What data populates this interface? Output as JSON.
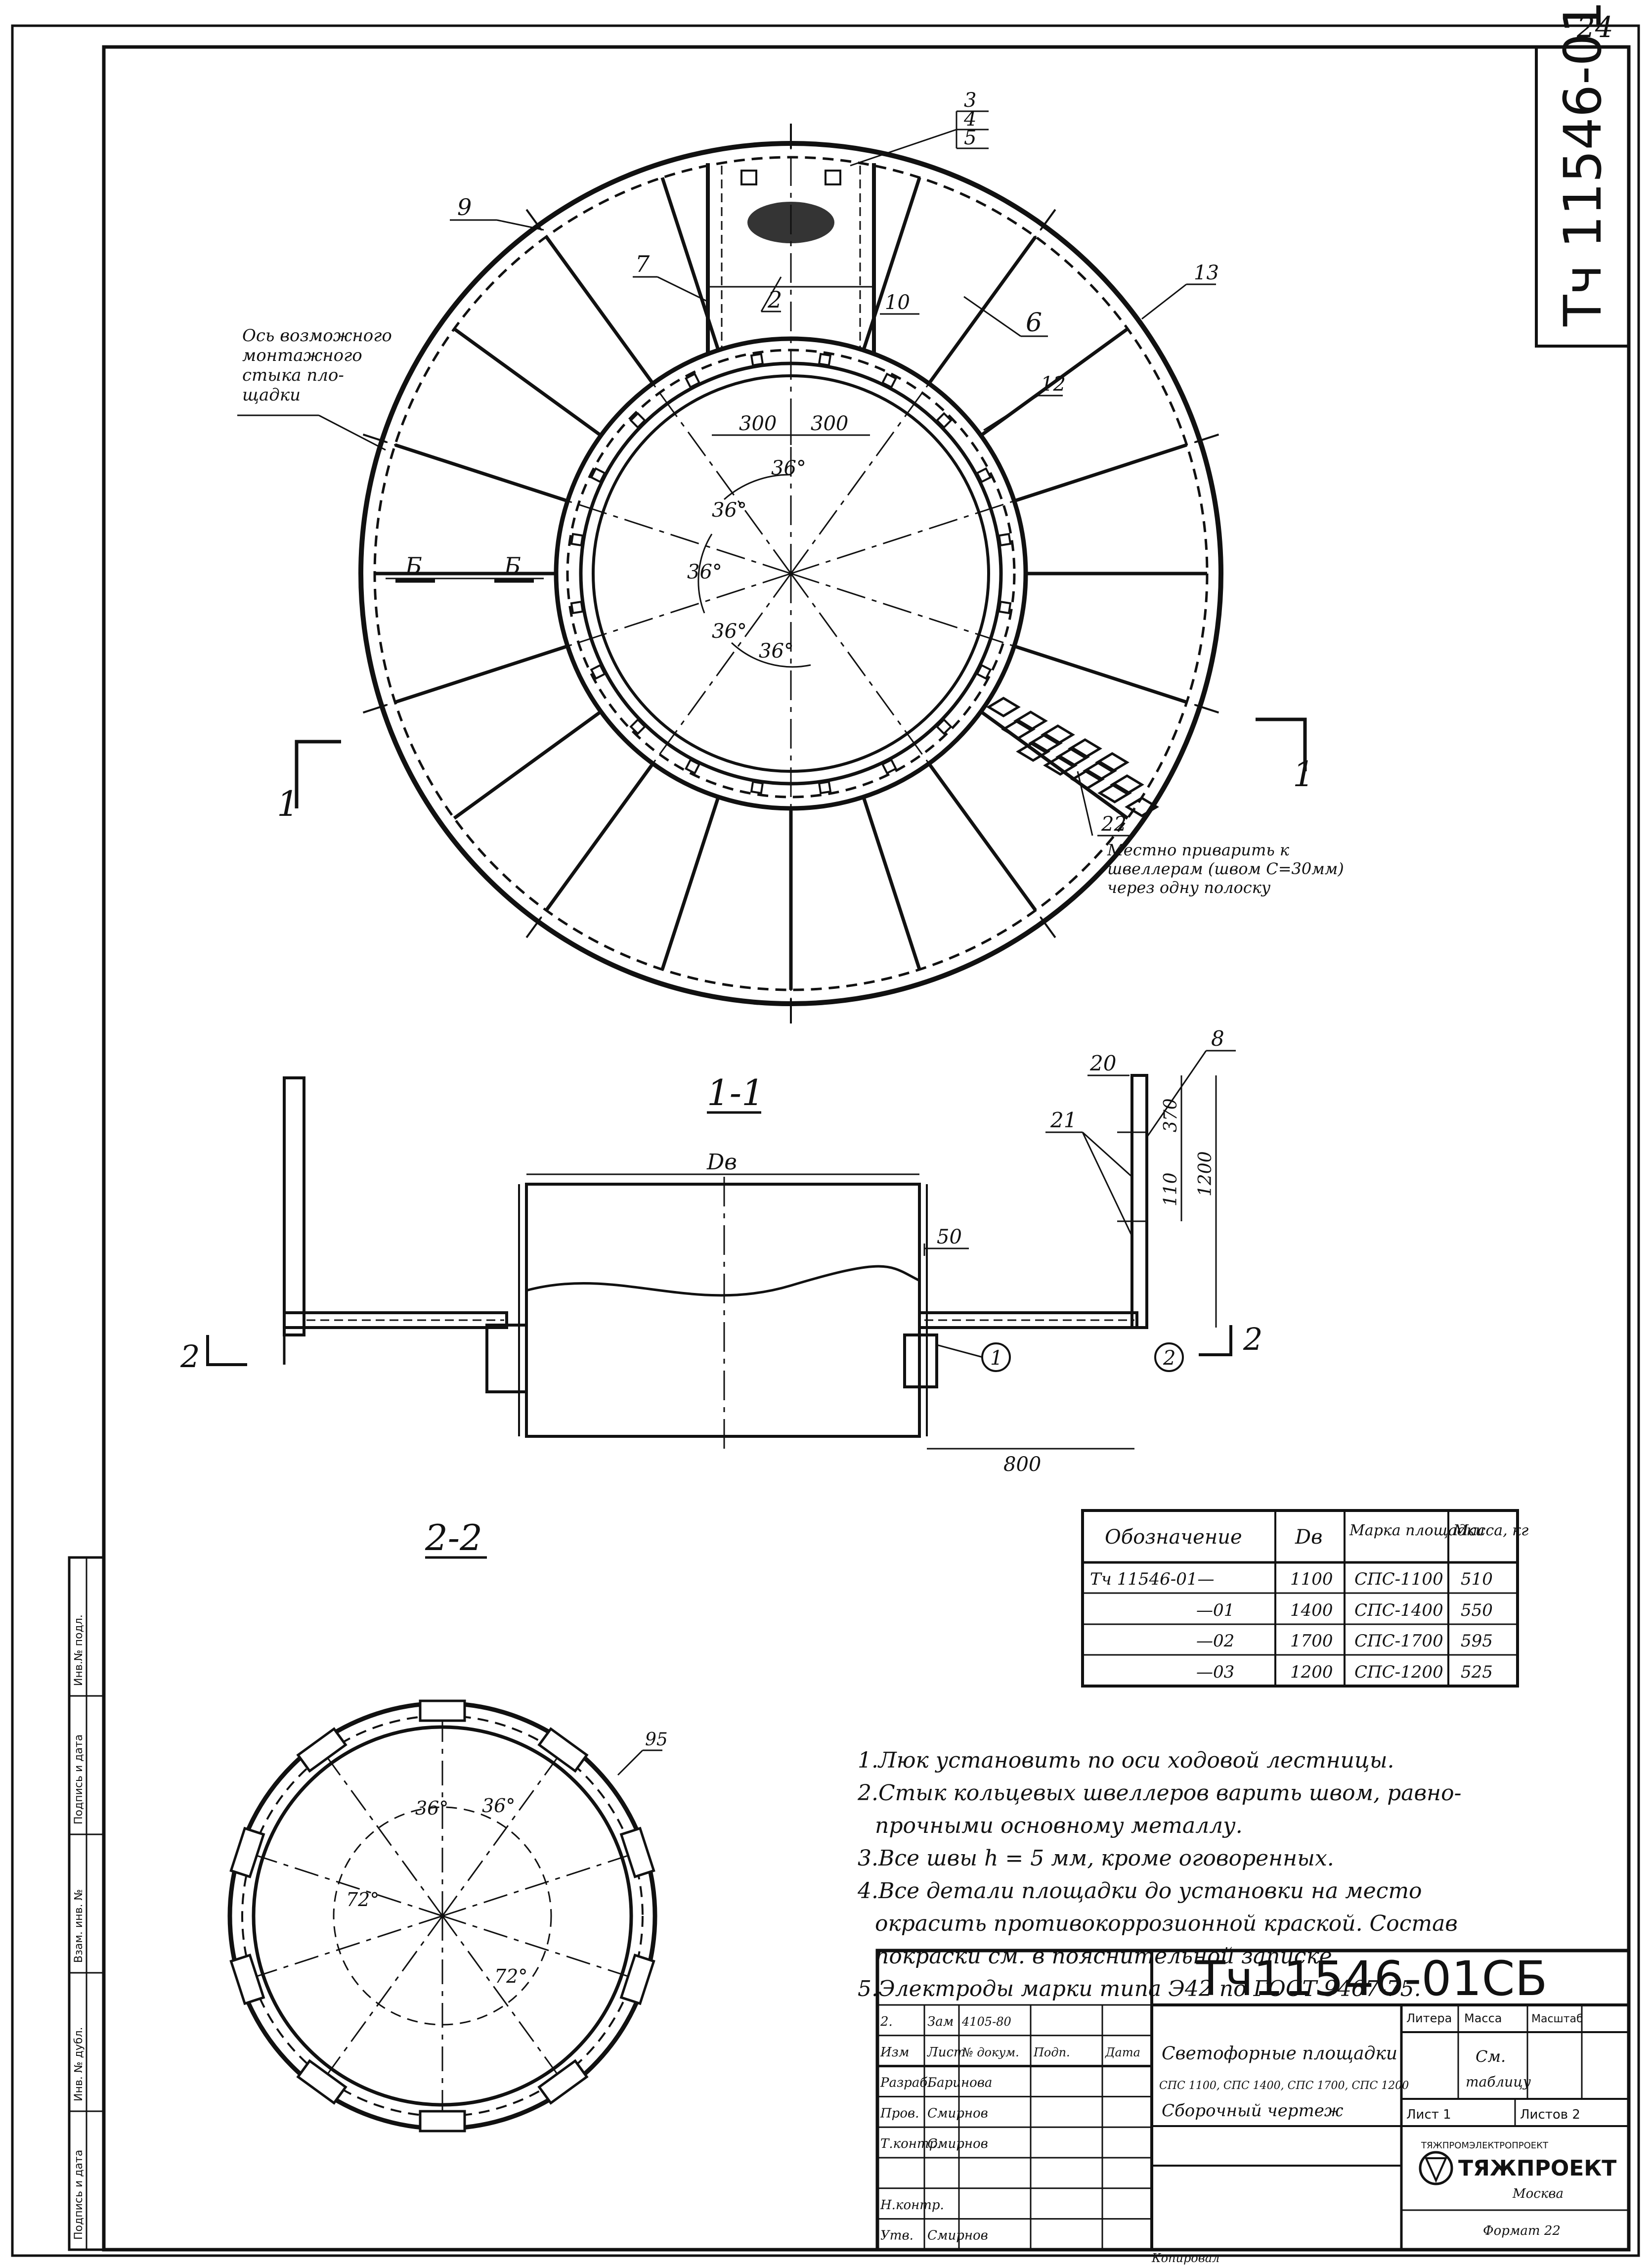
{
  "page_number": "24",
  "designation": "Тч 11546-01СБ",
  "plan_view": {
    "callouts": [
      "3",
      "4",
      "5",
      "9",
      "7",
      "2",
      "10",
      "6",
      "13",
      "12",
      "22"
    ],
    "dims": {
      "left": "300",
      "right": "300"
    },
    "angles": [
      "36°",
      "36°",
      "36°",
      "36°",
      "36°"
    ],
    "section_marks": {
      "left": "1",
      "right": "1",
      "b_left": "Б",
      "b_right": "Б"
    },
    "note_left": [
      "Ось возможного",
      "монтажного",
      "стыка пло-",
      "щадки"
    ],
    "note_right": [
      "Местно приварить к",
      "швеллерам (швом С=30мм)",
      "через одну полоску"
    ]
  },
  "section_1_1": {
    "title": "1-1",
    "dims": {
      "dv": "Dв",
      "d50": "50",
      "d800": "800",
      "d370": "370",
      "d1200": "1200",
      "d110": "110"
    },
    "callouts": [
      "20",
      "8",
      "21"
    ],
    "circles": [
      "1",
      "2"
    ],
    "cut_marks": {
      "left": "2",
      "right": "2"
    }
  },
  "section_2_2": {
    "title": "2-2",
    "angles": [
      "36°",
      "36°",
      "72°",
      "72°"
    ],
    "callout": "95"
  },
  "spec_table": {
    "headers": [
      "Обозначение",
      "Dв",
      "Марка площадки",
      "Масса, кг"
    ],
    "rows": [
      [
        "Тч 11546-01—",
        "1100",
        "СПС-1100",
        "510"
      ],
      [
        "—01",
        "1400",
        "СПС-1400",
        "550"
      ],
      [
        "—02",
        "1700",
        "СПС-1700",
        "595"
      ],
      [
        "—03",
        "1200",
        "СПС-1200",
        "525"
      ]
    ]
  },
  "notes": [
    "1.Люк установить по оси ходовой лестницы.",
    "2.Стык кольцевых швеллеров    варить швом, равно-",
    "прочными основному металлу.",
    "3.Все швы h = 5 мм, кроме оговоренных.",
    "4.Все детали площадки до установки на место",
    "окрасить противокоррозионной краской. Состав",
    "покраски см. в пояснительной записке.",
    "5.Электроды марки типа Э42 по ГОСТ 9467-75."
  ],
  "title_block": {
    "code": "Тч11546-01СБ",
    "name": "Светофорные площадки",
    "sub": "СПС 1100, СПС 1400, СПС 1700, СПС 1200",
    "doc_type": "Сборочный чертеж",
    "hdr_litera": "Литера",
    "hdr_massa": "Масса",
    "hdr_masshtab": "Масштаб",
    "massa_val": "См.",
    "massa_val2": "таблицу",
    "sheet": "Лист 1",
    "sheets": "Листов 2",
    "org": "ТЯЖПРОМЭЛЕКТРОПРОЕКТ",
    "org_short": "ТЯЖПРОЕКТ",
    "city": "Москва",
    "rows": [
      [
        "2.",
        "Зам",
        "4105-80",
        "",
        ""
      ],
      [
        "Изм",
        "Лист",
        "№ докум.",
        "Подп.",
        "Дата"
      ],
      [
        "Разраб.",
        "Баринова",
        "",
        "",
        ""
      ],
      [
        "Пров.",
        "Смирнов",
        "",
        "",
        ""
      ],
      [
        "Т.контр.",
        "Смирнов",
        "",
        "",
        ""
      ],
      [
        "",
        "",
        "",
        "",
        ""
      ],
      [
        "Н.контр.",
        "",
        "",
        "",
        ""
      ],
      [
        "Утв.",
        "Смирнов",
        "",
        "",
        ""
      ]
    ],
    "format": "Формат 22",
    "copied": "Копировал"
  },
  "side_stamp": [
    "Инв.№ подл.",
    "Подпись и дата",
    "Взам. инв. №",
    "Инв. № дубл.",
    "Подпись и дата"
  ]
}
